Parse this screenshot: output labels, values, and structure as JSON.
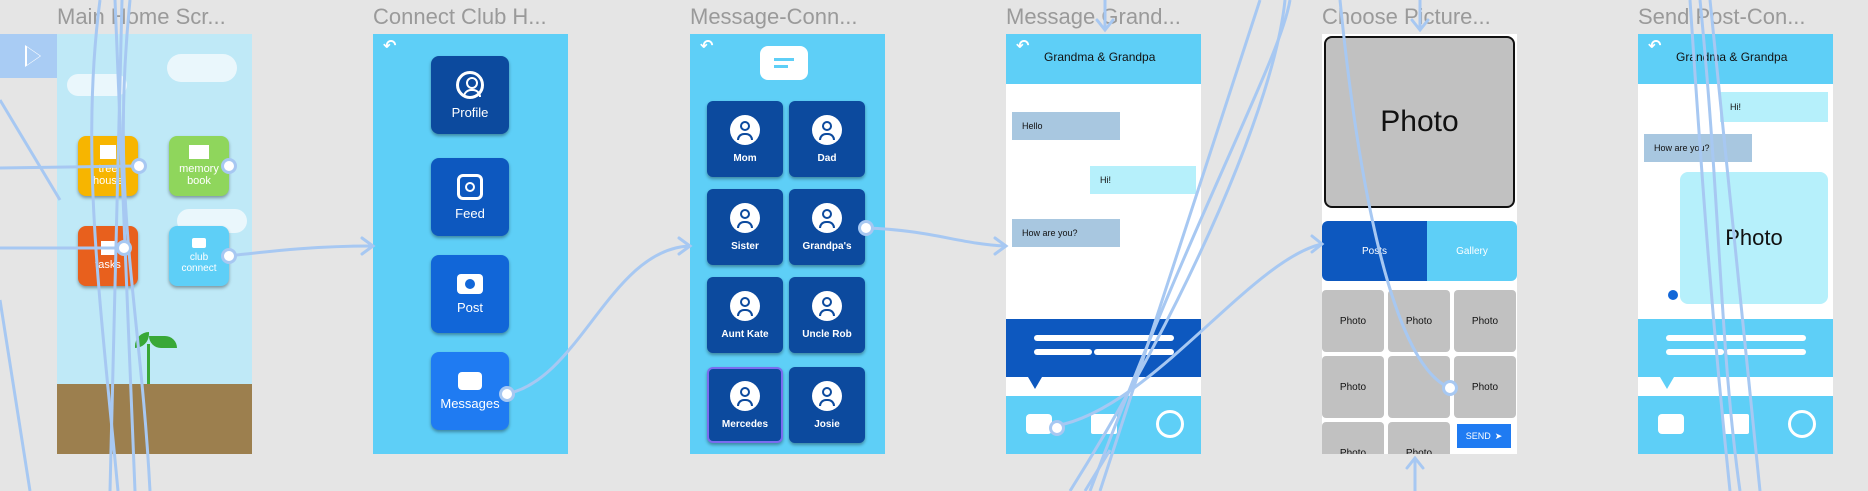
{
  "frames": {
    "main_home": "Main Home Scr...",
    "connect_club": "Connect Club H...",
    "message_connect": "Message-Conn...",
    "message_grandparents": "Message Grand...",
    "choose_picture": "Choose Picture...",
    "send_post": "Send Post-Con..."
  },
  "icons": {
    "play": "play-icon",
    "back": "back-arrow-icon",
    "camera": "camera-icon",
    "book": "book-icon",
    "smile": "smiley-icon"
  },
  "colors": {
    "sky": "#5ecff7",
    "navy": "#0c4a9e",
    "blue": "#1166d8",
    "light_bubble": "#b6f0fb",
    "wire": "#a7c8f2"
  },
  "home": {
    "tree_house": "tree house",
    "memory_book": "memory book",
    "tasks": "tasks",
    "club_connect": "club connect"
  },
  "club": {
    "profile": "Profile",
    "feed": "Feed",
    "post": "Post",
    "messages": "Messages"
  },
  "contacts": [
    "Mom",
    "Dad",
    "Sister",
    "Grandpa's",
    "Aunt Kate",
    "Uncle Rob",
    "Mercedes",
    "Josie"
  ],
  "chat": {
    "title": "Grandma & Grandpa",
    "hello": "Hello",
    "hi": "Hi!",
    "how": "How are you?"
  },
  "picker": {
    "big_photo": "Photo",
    "tab_posts": "Posts",
    "tab_gallery": "Gallery",
    "tile": "Photo",
    "send": "SEND"
  },
  "send_post": {
    "title": "Grandma & Grandpa",
    "hi": "Hi!",
    "how": "How are you?",
    "photo": "Photo"
  }
}
